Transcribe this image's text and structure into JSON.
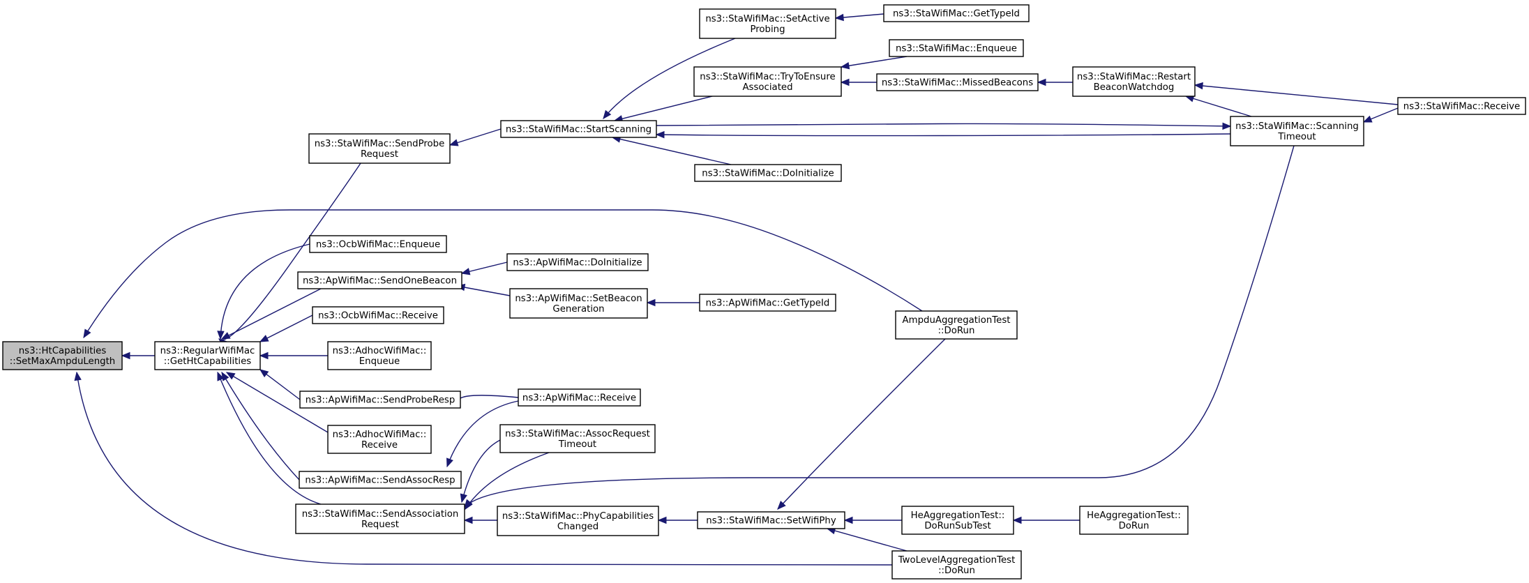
{
  "diagram": {
    "nodes": [
      {
        "id": "n0",
        "lines": [
          "ns3::HtCapabilities",
          "::SetMaxAmpduLength"
        ],
        "root": true
      },
      {
        "id": "n1",
        "lines": [
          "ns3::RegularWifiMac",
          "::GetHtCapabilities"
        ]
      },
      {
        "id": "n2",
        "lines": [
          "ns3::StaWifiMac::SendProbe",
          "Request"
        ]
      },
      {
        "id": "n3",
        "lines": [
          "ns3::OcbWifiMac::Enqueue"
        ]
      },
      {
        "id": "n4",
        "lines": [
          "ns3::ApWifiMac::SendOneBeacon"
        ]
      },
      {
        "id": "n5",
        "lines": [
          "ns3::OcbWifiMac::Receive"
        ]
      },
      {
        "id": "n6",
        "lines": [
          "ns3::AdhocWifiMac::",
          "Enqueue"
        ]
      },
      {
        "id": "n7",
        "lines": [
          "ns3::ApWifiMac::SendProbeResp"
        ]
      },
      {
        "id": "n8",
        "lines": [
          "ns3::AdhocWifiMac::",
          "Receive"
        ]
      },
      {
        "id": "n9",
        "lines": [
          "ns3::ApWifiMac::SendAssocResp"
        ]
      },
      {
        "id": "n10",
        "lines": [
          "ns3::StaWifiMac::SendAssociation",
          "Request"
        ]
      },
      {
        "id": "n11",
        "lines": [
          "ns3::StaWifiMac::StartScanning"
        ]
      },
      {
        "id": "n12",
        "lines": [
          "ns3::StaWifiMac::SetActive",
          "Probing"
        ]
      },
      {
        "id": "n13",
        "lines": [
          "ns3::StaWifiMac::TryToEnsure",
          "Associated"
        ]
      },
      {
        "id": "n14",
        "lines": [
          "ns3::StaWifiMac::DoInitialize"
        ]
      },
      {
        "id": "n15",
        "lines": [
          "ns3::StaWifiMac::GetTypeId"
        ]
      },
      {
        "id": "n16",
        "lines": [
          "ns3::StaWifiMac::Enqueue"
        ]
      },
      {
        "id": "n17",
        "lines": [
          "ns3::StaWifiMac::MissedBeacons"
        ]
      },
      {
        "id": "n18",
        "lines": [
          "ns3::StaWifiMac::Restart",
          "BeaconWatchdog"
        ]
      },
      {
        "id": "n19",
        "lines": [
          "ns3::StaWifiMac::Scanning",
          "Timeout"
        ]
      },
      {
        "id": "n20",
        "lines": [
          "ns3::StaWifiMac::Receive"
        ]
      },
      {
        "id": "n21",
        "lines": [
          "ns3::ApWifiMac::DoInitialize"
        ]
      },
      {
        "id": "n22",
        "lines": [
          "ns3::ApWifiMac::SetBeacon",
          "Generation"
        ]
      },
      {
        "id": "n23",
        "lines": [
          "ns3::ApWifiMac::GetTypeId"
        ]
      },
      {
        "id": "n24",
        "lines": [
          "AmpduAggregationTest",
          "::DoRun"
        ]
      },
      {
        "id": "n25",
        "lines": [
          "ns3::ApWifiMac::Receive"
        ]
      },
      {
        "id": "n26",
        "lines": [
          "ns3::StaWifiMac::AssocRequest",
          "Timeout"
        ]
      },
      {
        "id": "n27",
        "lines": [
          "ns3::StaWifiMac::PhyCapabilities",
          "Changed"
        ]
      },
      {
        "id": "n28",
        "lines": [
          "ns3::StaWifiMac::SetWifiPhy"
        ]
      },
      {
        "id": "n29",
        "lines": [
          "HeAggregationTest::",
          "DoRunSubTest"
        ]
      },
      {
        "id": "n30",
        "lines": [
          "HeAggregationTest::",
          "DoRun"
        ]
      },
      {
        "id": "n31",
        "lines": [
          "TwoLevelAggregationTest",
          "::DoRun"
        ]
      }
    ],
    "edges": [
      {
        "from": "n1",
        "to": "n0"
      },
      {
        "from": "n24",
        "to": "n0"
      },
      {
        "from": "n31",
        "to": "n0"
      },
      {
        "from": "n2",
        "to": "n1"
      },
      {
        "from": "n3",
        "to": "n1"
      },
      {
        "from": "n4",
        "to": "n1"
      },
      {
        "from": "n5",
        "to": "n1"
      },
      {
        "from": "n6",
        "to": "n1"
      },
      {
        "from": "n7",
        "to": "n1"
      },
      {
        "from": "n8",
        "to": "n1"
      },
      {
        "from": "n9",
        "to": "n1"
      },
      {
        "from": "n10",
        "to": "n1"
      },
      {
        "from": "n11",
        "to": "n2"
      },
      {
        "from": "n12",
        "to": "n11"
      },
      {
        "from": "n13",
        "to": "n11"
      },
      {
        "from": "n14",
        "to": "n11"
      },
      {
        "from": "n19",
        "to": "n11"
      },
      {
        "from": "n11",
        "to": "n19"
      },
      {
        "from": "n15",
        "to": "n12"
      },
      {
        "from": "n16",
        "to": "n13"
      },
      {
        "from": "n17",
        "to": "n13"
      },
      {
        "from": "n18",
        "to": "n17"
      },
      {
        "from": "n20",
        "to": "n18"
      },
      {
        "from": "n19",
        "to": "n18"
      },
      {
        "from": "n20",
        "to": "n19"
      },
      {
        "from": "n21",
        "to": "n4"
      },
      {
        "from": "n22",
        "to": "n4"
      },
      {
        "from": "n23",
        "to": "n22"
      },
      {
        "from": "n25",
        "to": "n7"
      },
      {
        "from": "n25",
        "to": "n9"
      },
      {
        "from": "n26",
        "to": "n10"
      },
      {
        "from": "n26",
        "to": "n10"
      },
      {
        "from": "n19",
        "to": "n10"
      },
      {
        "from": "n27",
        "to": "n10"
      },
      {
        "from": "n28",
        "to": "n27"
      },
      {
        "from": "n24",
        "to": "n28"
      },
      {
        "from": "n29",
        "to": "n28"
      },
      {
        "from": "n31",
        "to": "n28"
      },
      {
        "from": "n30",
        "to": "n29"
      }
    ],
    "colors": {
      "edge": "#191970",
      "node_border": "#000000",
      "node_fill": "#ffffff",
      "root_fill": "#bfbfbf"
    }
  }
}
